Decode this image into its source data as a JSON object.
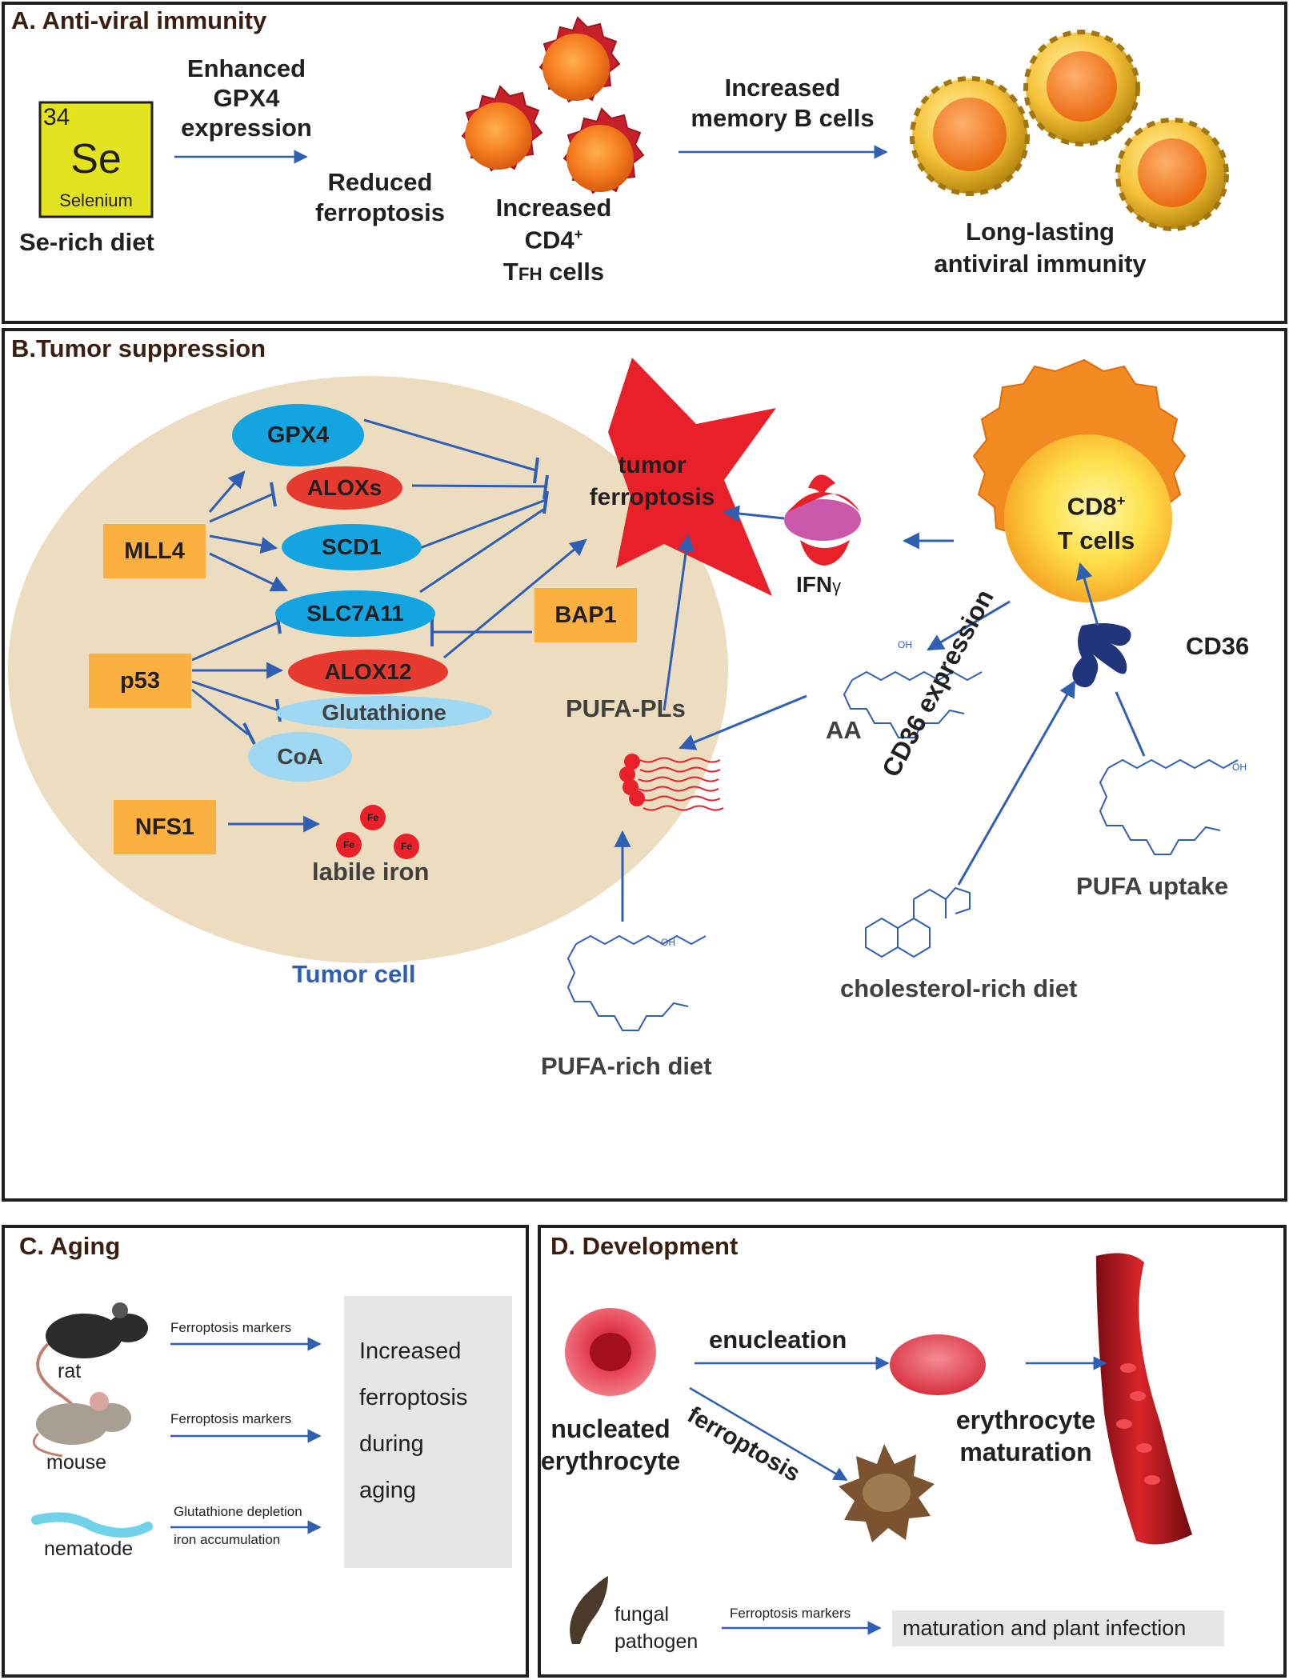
{
  "panels": {
    "a": {
      "title": "A. Anti-viral immunity",
      "element": {
        "number": "34",
        "symbol": "Se",
        "name": "Selenium"
      },
      "diet": "Se-rich diet",
      "arrow1_label": [
        "Enhanced",
        "GPX4",
        "expression"
      ],
      "reduced": [
        "Reduced",
        "ferroptosis"
      ],
      "increased": [
        "Increased",
        "CD4",
        "+",
        "T",
        "FH",
        " cells"
      ],
      "memory": [
        "Increased",
        "memory B cells"
      ],
      "long_lasting": [
        "Long-lasting",
        "antiviral immunity"
      ]
    },
    "b": {
      "title": "B.Tumor suppression",
      "genes": {
        "gpx4": "GPX4",
        "aloxs": "ALOXs",
        "scd1": "SCD1",
        "slc7a11": "SLC7A11",
        "alox12": "ALOX12",
        "glutathione": "Glutathione",
        "coa": "CoA"
      },
      "regulators": {
        "mll4": "MLL4",
        "p53": "p53",
        "nfs1": "NFS1",
        "bap1": "BAP1"
      },
      "fe": "Fe",
      "labile_iron": "labile iron",
      "tumor_cell": "Tumor cell",
      "tumor_ferroptosis": [
        "tumor",
        "ferroptosis"
      ],
      "ifn": "IFN",
      "ifn_sub": "γ",
      "cd8": [
        "CD8",
        "+",
        "T cells"
      ],
      "cd36": "CD36",
      "aa": "AA",
      "oh": "OH",
      "pufa_pls": "PUFA-PLs",
      "cd36_expression": "CD36 expression",
      "pufa_uptake": "PUFA uptake",
      "cholesterol_diet": "cholesterol-rich diet",
      "pufa_diet": "PUFA-rich diet"
    },
    "c": {
      "title": "C. Aging",
      "animals": [
        "rat",
        "mouse",
        "nematode"
      ],
      "arrows": [
        "Ferroptosis markers",
        "Ferroptosis markers",
        "Glutathione depletion",
        "iron accumulation"
      ],
      "box": [
        "Increased",
        "ferroptosis",
        "during",
        "aging"
      ]
    },
    "d": {
      "title": "D. Development",
      "enucleation": "enucleation",
      "ferroptosis": "ferroptosis",
      "nucleated": [
        "nucleated",
        "erythrocyte"
      ],
      "maturation": [
        "erythrocyte",
        "maturation"
      ],
      "fungal": [
        "fungal",
        "pathogen"
      ],
      "fungal_arrow": "Ferroptosis markers",
      "fungal_box": "maturation and plant infection"
    }
  },
  "colors": {
    "arrow": "#2f5fb3",
    "cyan": "#14a5e0",
    "light_cyan": "#9fd8f2",
    "red": "#e63a2e",
    "orange": "#fbb040",
    "cell": "#ecdcc0",
    "selenium": "#e2e41f"
  }
}
